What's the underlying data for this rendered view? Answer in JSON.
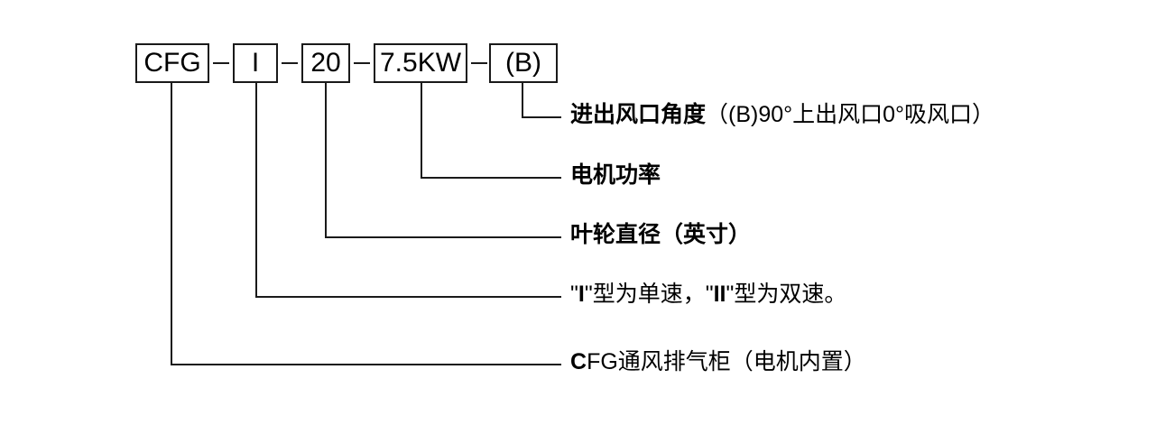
{
  "diagram": {
    "title": "CFG model designation breakdown",
    "line_color": "#1a1a1a",
    "text_color": "#000000",
    "background": "#ffffff",
    "code_boxes": [
      {
        "id": "series",
        "text": "CFG"
      },
      {
        "id": "speedtype",
        "text": "I"
      },
      {
        "id": "diameter",
        "text": "20"
      },
      {
        "id": "power",
        "text": "7.5KW"
      },
      {
        "id": "angle",
        "text": "(B)"
      }
    ],
    "separators": [
      "–",
      "–",
      "–",
      "–"
    ],
    "callouts": [
      {
        "id": "angle",
        "source_box": "angle",
        "bold_part": "进出风口角度",
        "regular_part": "（(B)90°上出风口0°吸风口）",
        "full_text": "进出风口角度（(B)90°上出风口0°吸风口）"
      },
      {
        "id": "power",
        "source_box": "power",
        "bold_part": "电机功率",
        "regular_part": "",
        "full_text": "电机功率"
      },
      {
        "id": "diameter",
        "source_box": "diameter",
        "bold_part": "叶轮直径（英寸）",
        "regular_part": "",
        "full_text": "叶轮直径（英寸）"
      },
      {
        "id": "speedtype",
        "source_box": "speedtype",
        "bold_part": "",
        "regular_part": "\"I\"型为单速，\"II\"型为双速。",
        "full_text": "\"I\"型为单速，\"II\"型为双速。",
        "segments": [
          {
            "text": "\"",
            "bold": false
          },
          {
            "text": "I",
            "bold": true
          },
          {
            "text": "\"型为单速，\"",
            "bold": false
          },
          {
            "text": "II",
            "bold": true
          },
          {
            "text": "\"型为双速。",
            "bold": false
          }
        ]
      },
      {
        "id": "series",
        "source_box": "series",
        "bold_part": "",
        "regular_part": "CFG通风排气柜（电机内置）",
        "full_text": "CFG通风排气柜（电机内置）",
        "segments": [
          {
            "text": "C",
            "bold": true
          },
          {
            "text": "FG通风排气柜（电机内置）",
            "bold": false
          }
        ]
      }
    ]
  }
}
